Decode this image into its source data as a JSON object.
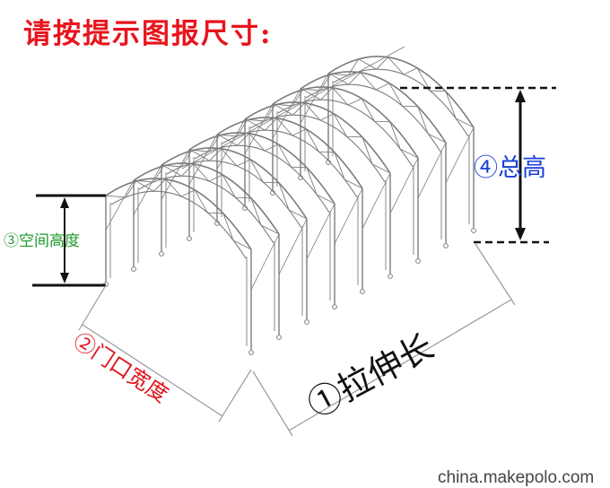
{
  "title": "请按提示图报尺寸:",
  "labels": {
    "stretch_length": "①拉伸长",
    "door_width": "②门口宽度",
    "space_height": "③空间高度",
    "total_height": "④总高"
  },
  "watermark": "china.makepolo.com",
  "colors": {
    "title": "#e8141c",
    "door_width": "#e0121a",
    "space_height": "#1f9a2a",
    "total_height": "#1a3fd6",
    "stretch_length": "#111111",
    "frame": "#7c7c7c",
    "watermark": "#444444"
  },
  "structure": {
    "frame_count": 9
  }
}
